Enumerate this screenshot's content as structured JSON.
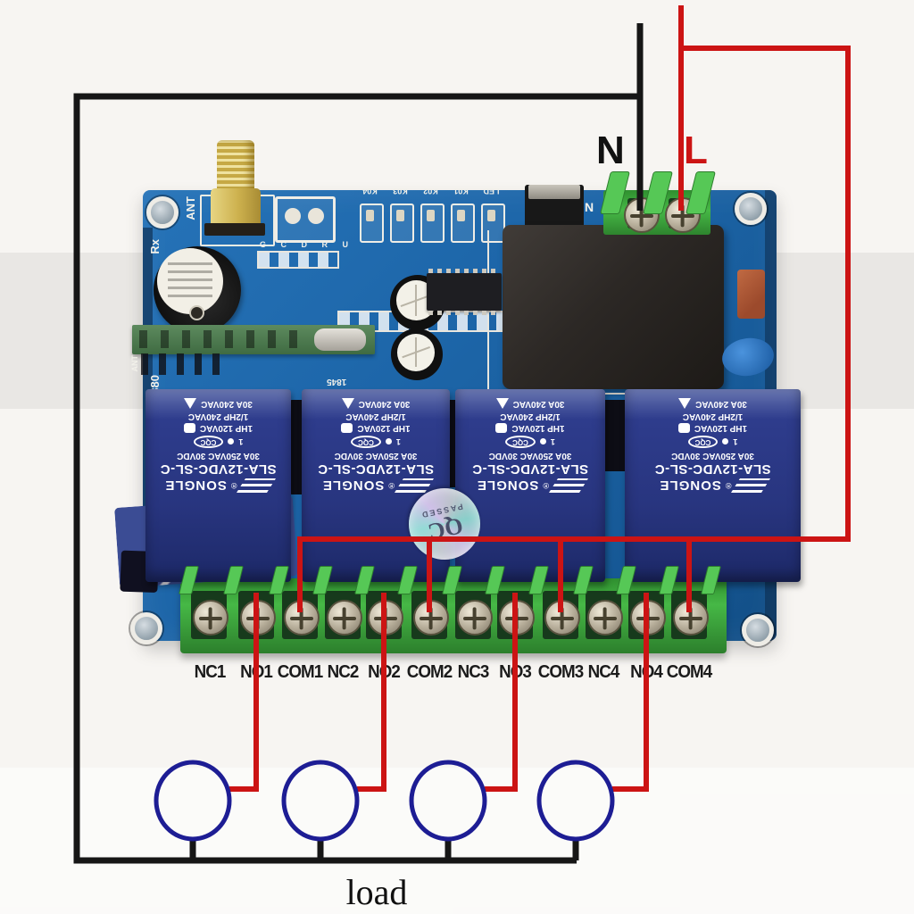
{
  "colors": {
    "wire_black": "#161616",
    "wire_red": "#cc1414",
    "load_circle": "#1d1d94",
    "pcb_blue": "#1d66a9",
    "relay_blue": "#2c3a8a",
    "terminal_green": "#3aa33a",
    "antenna_gold": "#d8c05e"
  },
  "power": {
    "neutral_label": "N",
    "live_label": "L"
  },
  "pcb": {
    "ant_label": "ANT",
    "side_code_top": "Rx",
    "side_code_bottom": "380",
    "n_silk_label": "N",
    "header_silk": "G C D R U",
    "date_code": "1845",
    "led_labels": [
      "K04",
      "K03",
      "K02",
      "K01",
      "LED"
    ],
    "receiver_ant_label": "ANT"
  },
  "relays": {
    "lines": [
      "30A 240VAC",
      "1/2HP 240VAC",
      "1HP 120VAC",
      "30A 250VAC 30VDC",
      "SLA-12VDC-SL-C",
      "SONGLE"
    ],
    "registered_mark": "®",
    "cqc_mark": "CQC",
    "pin_mark": "1"
  },
  "qc_sticker": {
    "line1": "QC",
    "line2": "PASSED"
  },
  "terminal_labels": [
    "NC1",
    "NO1",
    "COM1",
    "NC2",
    "NO2",
    "COM2",
    "NC3",
    "NO3",
    "COM3",
    "NC4",
    "NO4",
    "COM4"
  ],
  "load_label": "load"
}
